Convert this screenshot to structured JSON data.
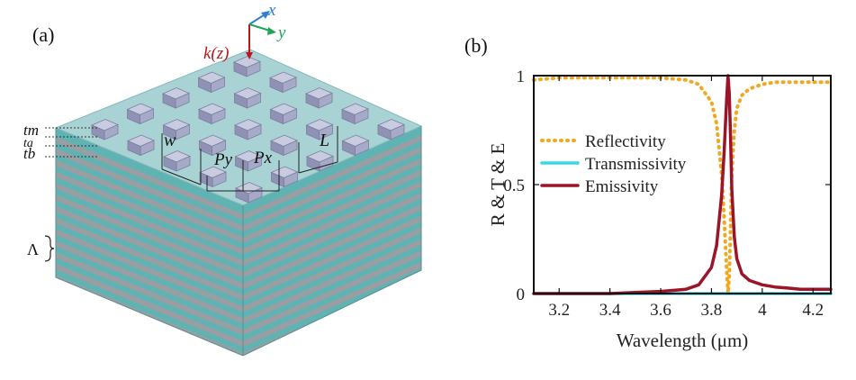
{
  "panel_a": {
    "label": "(a)",
    "axis_x": "x",
    "axis_y": "y",
    "wave_vector": "k(z)",
    "labels": {
      "w": "w",
      "l": "L",
      "py": "Py",
      "px": "Px",
      "tm": "tm",
      "ta": "ta",
      "tb": "tb",
      "period": "Λ"
    },
    "colors": {
      "top_face": "#a8d2d4",
      "teal_layer": "#5fb3b3",
      "gray_layer": "#9a9ea3",
      "resonator": "#a7a9c8",
      "axis_x": "#2f7fd0",
      "axis_y": "#22a35a",
      "axis_k": "#c0141b"
    }
  },
  "panel_b": {
    "label": "(b)"
  },
  "chart_data": {
    "type": "line",
    "xlabel": "Wavelength (μm)",
    "ylabel": "R & T & E",
    "xlim": [
      3.1,
      4.27
    ],
    "ylim": [
      0,
      1
    ],
    "xticks": [
      3.2,
      3.4,
      3.6,
      3.8,
      4.0,
      4.2
    ],
    "xtick_labels": [
      "3.2",
      "3.4",
      "3.6",
      "3.8",
      "4",
      "4.2"
    ],
    "yticks": [
      0,
      0.5,
      1
    ],
    "ytick_labels": [
      "0",
      "0.5",
      "1"
    ],
    "legend_position": "middle-left",
    "x": [
      3.1,
      3.2,
      3.3,
      3.4,
      3.5,
      3.6,
      3.7,
      3.75,
      3.8,
      3.82,
      3.84,
      3.85,
      3.86,
      3.865,
      3.87,
      3.875,
      3.88,
      3.89,
      3.9,
      3.92,
      3.95,
      4.0,
      4.05,
      4.1,
      4.15,
      4.2,
      4.27
    ],
    "series": [
      {
        "name": "Reflectivity",
        "color": "#f0a820",
        "style": "dotted",
        "values": [
          0.98,
          0.99,
          0.99,
          0.99,
          0.99,
          0.99,
          0.98,
          0.96,
          0.88,
          0.78,
          0.55,
          0.35,
          0.1,
          0.0,
          0.08,
          0.3,
          0.55,
          0.75,
          0.85,
          0.91,
          0.94,
          0.96,
          0.97,
          0.97,
          0.97,
          0.97,
          0.97
        ]
      },
      {
        "name": "Transmissivity",
        "color": "#35d8e8",
        "style": "solid",
        "values": [
          0.0,
          0.0,
          0.0,
          0.0,
          0.0,
          0.0,
          0.0,
          0.0,
          0.0,
          0.0,
          0.0,
          0.0,
          0.0,
          0.0,
          0.0,
          0.0,
          0.0,
          0.0,
          0.0,
          0.0,
          0.0,
          0.0,
          0.0,
          0.0,
          0.0,
          0.0,
          0.0
        ]
      },
      {
        "name": "Emissivity",
        "color": "#9c1428",
        "style": "solid",
        "values": [
          0.0,
          0.0,
          0.0,
          0.0,
          0.005,
          0.01,
          0.02,
          0.04,
          0.12,
          0.22,
          0.45,
          0.65,
          0.9,
          1.0,
          0.92,
          0.72,
          0.48,
          0.26,
          0.16,
          0.09,
          0.06,
          0.04,
          0.03,
          0.025,
          0.02,
          0.02,
          0.02
        ]
      }
    ]
  }
}
